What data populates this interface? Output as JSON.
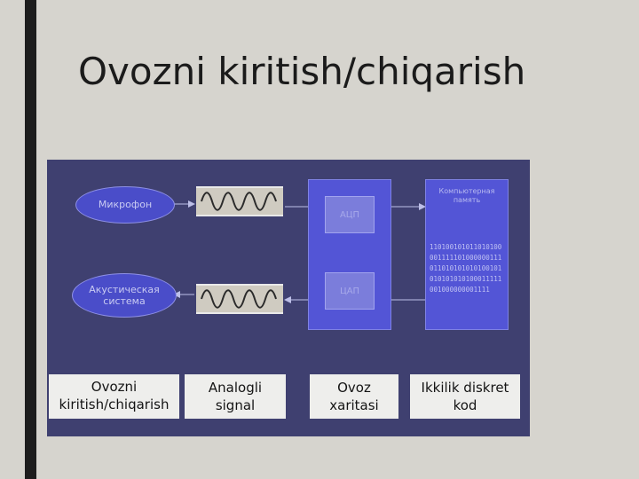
{
  "slide": {
    "title": "Ovozni kiritish/chiqarish"
  },
  "diagram": {
    "microphone_label": "Микрофон",
    "speaker_label": "Акустическая система",
    "adc_label": "АЦП",
    "dac_label": "ЦАП",
    "memory_title": "Компьютерная память",
    "memory_bits": "110100101011010100001111101000000111011010101010100101010101010100011111001000000001111"
  },
  "labels": {
    "input_output": "Ovozni kiritish/chiqarish",
    "analog_signal": "Analogli signal",
    "sound_card": "Ovoz xaritasi",
    "binary_code": "Ikkilik diskret kod"
  },
  "colors": {
    "background": "#d6d4ce",
    "diagram_bg": "#3f4070",
    "accent_blue": "#5355d6"
  }
}
